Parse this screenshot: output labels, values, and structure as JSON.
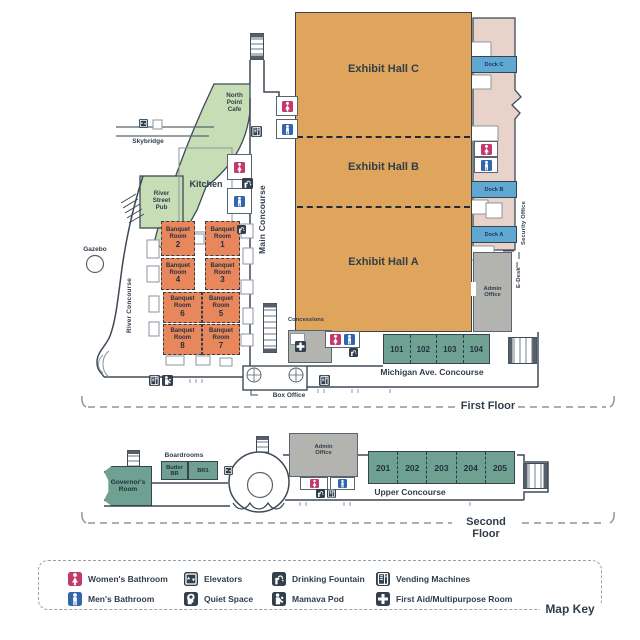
{
  "first_floor": {
    "floor_label": "First Floor",
    "exhibit_halls": [
      {
        "label": "Exhibit Hall C"
      },
      {
        "label": "Exhibit Hall B"
      },
      {
        "label": "Exhibit Hall A"
      }
    ],
    "banquet_rooms": [
      {
        "label": "Banquet Room",
        "number": "2"
      },
      {
        "label": "Banquet Room",
        "number": "1"
      },
      {
        "label": "Banquet Room",
        "number": "4"
      },
      {
        "label": "Banquet Room",
        "number": "3"
      },
      {
        "label": "Banquet Room",
        "number": "6"
      },
      {
        "label": "Banquet Room",
        "number": "5"
      },
      {
        "label": "Banquet Room",
        "number": "8"
      },
      {
        "label": "Banquet Room",
        "number": "7"
      }
    ],
    "numbered_rooms": [
      "101",
      "102",
      "103",
      "104"
    ],
    "docks": [
      "Dock C",
      "Dock B",
      "Dock A"
    ],
    "areas": {
      "north_point_cafe": "North Point Cafe",
      "river_street_pub": "River Street Pub",
      "kitchen": "Kitchen",
      "skybridge": "Skybridge",
      "gazebo": "Gazebo",
      "river_concourse": "River Concourse",
      "main_concourse": "Main Concourse",
      "concessions": "Concessions",
      "michigan_ave_concourse": "Michigan Ave. Concourse",
      "box_office": "Box Office",
      "admin_office": "Admin Office",
      "e_desk": "E-Desk",
      "security_office": "Security Office"
    }
  },
  "second_floor": {
    "floor_label": "Second Floor",
    "areas": {
      "governors_room": "Governor's Room",
      "boardrooms": "Boardrooms",
      "butler_br": "Butler BR",
      "br1": "BR1",
      "admin_office": "Admin Office",
      "upper_concourse": "Upper Concourse"
    },
    "numbered_rooms": [
      "201",
      "202",
      "203",
      "204",
      "205"
    ]
  },
  "map_key": {
    "title": "Map Key",
    "items": [
      {
        "icon": "womens-bathroom-icon",
        "label": "Women's Bathroom"
      },
      {
        "icon": "elevators-icon",
        "label": "Elevators"
      },
      {
        "icon": "drinking-fountain-icon",
        "label": "Drinking Fountain"
      },
      {
        "icon": "vending-machines-icon",
        "label": "Vending Machines"
      },
      {
        "icon": "mens-bathroom-icon",
        "label": "Men's Bathroom"
      },
      {
        "icon": "quiet-space-icon",
        "label": "Quiet Space"
      },
      {
        "icon": "mamava-pod-icon",
        "label": "Mamava Pod"
      },
      {
        "icon": "first-aid-icon",
        "label": "First Aid/Multipurpose Room"
      }
    ]
  },
  "colors": {
    "exhibit_hall": "#DFA55C",
    "banquet_room": "#E8875C",
    "meeting_room": "#6FA192",
    "cafe_green": "#C7DDB5",
    "dock_blue": "#5FA8D3",
    "loading_dock": "#E7D3CA",
    "admin_gray": "#B3B3B0",
    "womens_pink": "#C23A69",
    "mens_blue": "#3166AE",
    "icon_navy": "#32404E",
    "ink": "#313D4B"
  }
}
